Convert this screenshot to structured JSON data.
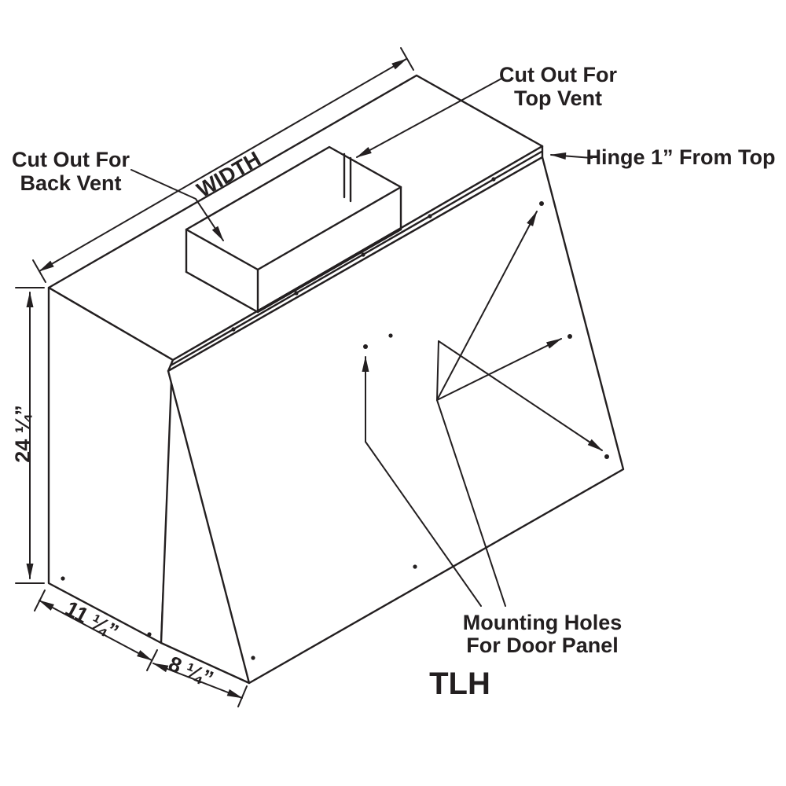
{
  "model_label": "TLH",
  "callouts": {
    "top_vent": {
      "line1": "Cut Out For",
      "line2": "Top Vent"
    },
    "back_vent": {
      "line1": "Cut Out For",
      "line2": "Back Vent"
    },
    "hinge": "Hinge 1” From Top",
    "mounting_holes": {
      "line1": "Mounting Holes",
      "line2": "For Door Panel"
    }
  },
  "dimensions": {
    "width_label": "WIDTH",
    "height": "24 ¼”",
    "base_depth": "11 ¼”",
    "door_depth": "8 ¼”"
  },
  "colors": {
    "line": "#231f20",
    "background": "#ffffff"
  }
}
